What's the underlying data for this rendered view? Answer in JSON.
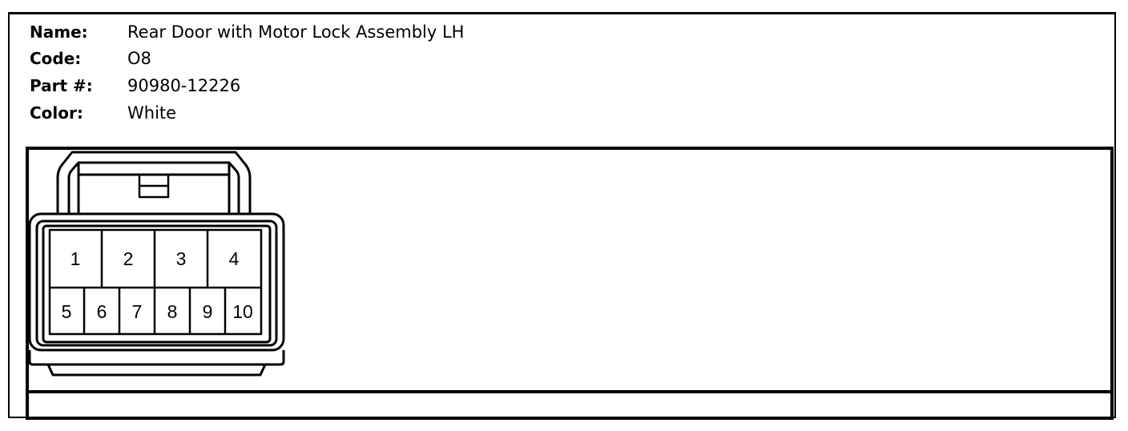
{
  "connector": {
    "name_label": "Name:",
    "name_value": "Rear Door with Motor Lock Assembly LH",
    "code_label": "Code:",
    "code_value": "O8",
    "part_label": "Part #:",
    "part_value": "90980-12226",
    "color_label": "Color:",
    "color_value": "White"
  },
  "pins": [
    "1",
    "2",
    "3",
    "4",
    "5",
    "6",
    "7",
    "8",
    "9",
    "10"
  ],
  "colors": {
    "line": "#000000",
    "background": "#ffffff"
  }
}
